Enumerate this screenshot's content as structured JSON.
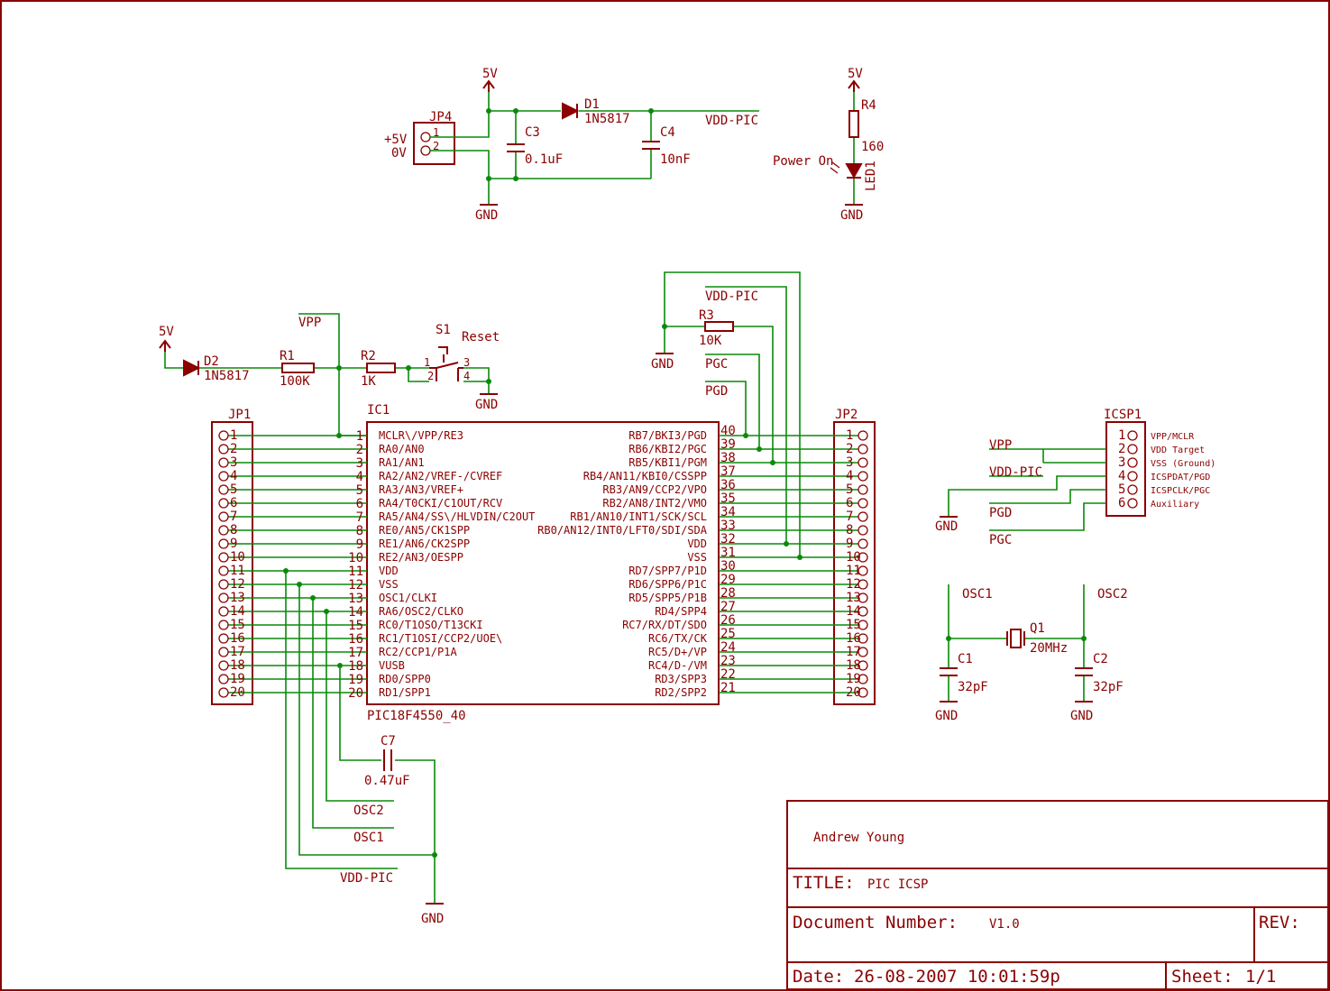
{
  "power": {
    "jp4_name": "JP4",
    "jp4_label_5v": "+5V",
    "jp4_label_0v": "0V",
    "jp4_pin1": "1",
    "jp4_pin2": "2",
    "supply_5v": "5V",
    "gnd": "GND",
    "d1_name": "D1",
    "d1_value": "1N5817",
    "c3_name": "C3",
    "c3_value": "0.1uF",
    "c4_name": "C4",
    "c4_value": "10nF",
    "vdd_pic": "VDD-PIC",
    "r4_name": "R4",
    "r4_value": "160",
    "led_name": "LED1",
    "led_label": "Power On"
  },
  "reset": {
    "supply_5v": "5V",
    "d2_name": "D2",
    "d2_value": "1N5817",
    "r1_name": "R1",
    "r1_value": "100K",
    "r2_name": "R2",
    "r2_value": "1K",
    "vpp": "VPP",
    "s1_name": "S1",
    "s1_label": "Reset",
    "s1_p1": "1",
    "s1_p2": "2",
    "s1_p3": "3",
    "s1_p4": "4",
    "gnd": "GND"
  },
  "pgc_pgd": {
    "vdd_pic": "VDD-PIC",
    "r3_name": "R3",
    "r3_value": "10K",
    "gnd": "GND",
    "pgc": "PGC",
    "pgd": "PGD"
  },
  "ic": {
    "name": "IC1",
    "part": "PIC18F4550_40",
    "left_pins": [
      {
        "num": "1",
        "label": "MCLR\\/VPP/RE3"
      },
      {
        "num": "2",
        "label": "RA0/AN0"
      },
      {
        "num": "3",
        "label": "RA1/AN1"
      },
      {
        "num": "4",
        "label": "RA2/AN2/VREF-/CVREF"
      },
      {
        "num": "5",
        "label": "RA3/AN3/VREF+"
      },
      {
        "num": "6",
        "label": "RA4/T0CKI/C1OUT/RCV"
      },
      {
        "num": "7",
        "label": "RA5/AN4/SS\\/HLVDIN/C2OUT"
      },
      {
        "num": "8",
        "label": "RE0/AN5/CK1SPP"
      },
      {
        "num": "9",
        "label": "RE1/AN6/CK2SPP"
      },
      {
        "num": "10",
        "label": "RE2/AN3/OESPP"
      },
      {
        "num": "11",
        "label": "VDD"
      },
      {
        "num": "12",
        "label": "VSS"
      },
      {
        "num": "13",
        "label": "OSC1/CLKI"
      },
      {
        "num": "14",
        "label": "RA6/OSC2/CLKO"
      },
      {
        "num": "15",
        "label": "RC0/T1OSO/T13CKI"
      },
      {
        "num": "16",
        "label": "RC1/T1OSI/CCP2/UOE\\"
      },
      {
        "num": "17",
        "label": "RC2/CCP1/P1A"
      },
      {
        "num": "18",
        "label": "VUSB"
      },
      {
        "num": "19",
        "label": "RD0/SPP0"
      },
      {
        "num": "20",
        "label": "RD1/SPP1"
      }
    ],
    "right_pins": [
      {
        "num": "40",
        "label": "RB7/BKI3/PGD"
      },
      {
        "num": "39",
        "label": "RB6/KBI2/PGC"
      },
      {
        "num": "38",
        "label": "RB5/KBI1/PGM"
      },
      {
        "num": "37",
        "label": "RB4/AN11/KBI0/CSSPP"
      },
      {
        "num": "36",
        "label": "RB3/AN9/CCP2/VPO"
      },
      {
        "num": "35",
        "label": "RB2/AN8/INT2/VMO"
      },
      {
        "num": "34",
        "label": "RB1/AN10/INT1/SCK/SCL"
      },
      {
        "num": "33",
        "label": "RB0/AN12/INT0/LFT0/SDI/SDA"
      },
      {
        "num": "32",
        "label": "VDD"
      },
      {
        "num": "31",
        "label": "VSS"
      },
      {
        "num": "30",
        "label": "RD7/SPP7/P1D"
      },
      {
        "num": "29",
        "label": "RD6/SPP6/P1C"
      },
      {
        "num": "28",
        "label": "RD5/SPP5/P1B"
      },
      {
        "num": "27",
        "label": "RD4/SPP4"
      },
      {
        "num": "26",
        "label": "RC7/RX/DT/SDO"
      },
      {
        "num": "25",
        "label": "RC6/TX/CK"
      },
      {
        "num": "24",
        "label": "RC5/D+/VP"
      },
      {
        "num": "23",
        "label": "RC4/D-/VM"
      },
      {
        "num": "22",
        "label": "RD3/SPP3"
      },
      {
        "num": "21",
        "label": "RD2/SPP2"
      }
    ]
  },
  "jp1": {
    "name": "JP1",
    "pins": [
      "1",
      "2",
      "3",
      "4",
      "5",
      "6",
      "7",
      "8",
      "9",
      "10",
      "11",
      "12",
      "13",
      "14",
      "15",
      "16",
      "17",
      "18",
      "19",
      "20"
    ]
  },
  "jp2": {
    "name": "JP2",
    "pins": [
      "1",
      "2",
      "3",
      "4",
      "5",
      "6",
      "7",
      "8",
      "9",
      "10",
      "11",
      "12",
      "13",
      "14",
      "15",
      "16",
      "17",
      "18",
      "19",
      "20"
    ]
  },
  "icsp": {
    "name": "ICSP1",
    "pins": [
      {
        "num": "1",
        "label": "VPP/MCLR",
        "net": "VPP"
      },
      {
        "num": "2",
        "label": "VDD Target",
        "net": "VDD-PIC"
      },
      {
        "num": "3",
        "label": "VSS (Ground)",
        "net": ""
      },
      {
        "num": "4",
        "label": "ICSPDAT/PGD",
        "net": "PGD"
      },
      {
        "num": "5",
        "label": "ICSPCLK/PGC",
        "net": "PGC"
      },
      {
        "num": "6",
        "label": "Auxiliary",
        "net": ""
      }
    ],
    "gnd": "GND"
  },
  "osc": {
    "osc1": "OSC1",
    "osc2": "OSC2",
    "q1_name": "Q1",
    "q1_value": "20MHz",
    "c1_name": "C1",
    "c1_value": "32pF",
    "c2_name": "C2",
    "c2_value": "32pF",
    "gnd": "GND"
  },
  "vusb": {
    "c7_name": "C7",
    "c7_value": "0.47uF",
    "osc2": "OSC2",
    "osc1": "OSC1",
    "vdd_pic": "VDD-PIC",
    "gnd": "GND"
  },
  "title_block": {
    "author": "Andrew Young",
    "title_label": "TITLE:",
    "title_value": "PIC ICSP",
    "docnum_label": "Document Number:",
    "docnum_value": "V1.0",
    "rev_label": "REV:",
    "date_label": "Date:",
    "date_value": "26-08-2007 10:01:59p",
    "sheet_label": "Sheet:",
    "sheet_value": "1/1"
  },
  "colors": {
    "part": "#8b0000",
    "wire": "#0a8a0a",
    "background": "#ffffff"
  }
}
